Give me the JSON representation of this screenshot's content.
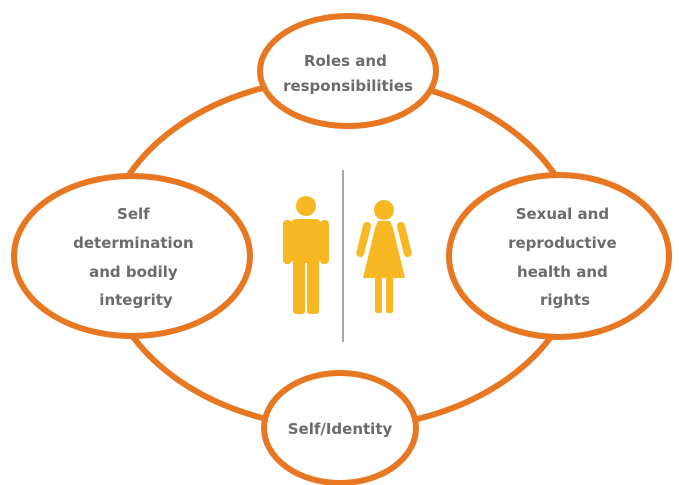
{
  "colors": {
    "ring": "#e87722",
    "figure": "#f7b824",
    "divider": "#a7a7a7",
    "text": "#6b6b6b",
    "background": "#ffffff"
  },
  "figures": {
    "left_icon": "male-person-icon",
    "right_icon": "female-person-icon"
  },
  "nodes": {
    "top": {
      "lines": [
        "Roles and",
        "responsibilities"
      ]
    },
    "left": {
      "lines": [
        "Self",
        "determination",
        "and bodily",
        "integrity"
      ]
    },
    "right": {
      "lines": [
        "Sexual and",
        "reproductive",
        "health and",
        "rights"
      ]
    },
    "bottom": {
      "lines": [
        "Self/Identity"
      ]
    }
  }
}
